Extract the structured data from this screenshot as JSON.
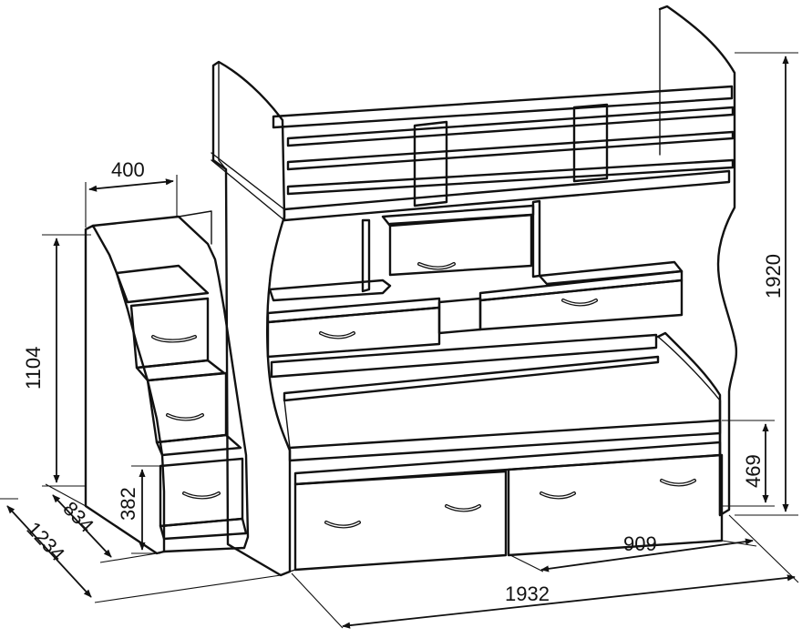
{
  "diagram": {
    "dimensions": {
      "stair_width": "400",
      "stair_height": "1104",
      "stair_depth": "834",
      "bottom_step": "382",
      "total_depth": "1234",
      "total_height": "1920",
      "bed_height": "469",
      "drawer_width": "909",
      "total_length": "1932"
    }
  },
  "colors": {
    "line": "#111111",
    "background": "#ffffff"
  }
}
